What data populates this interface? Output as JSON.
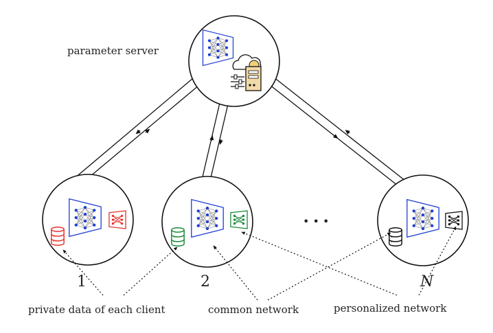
{
  "server": {
    "label": "parameter server"
  },
  "clients": [
    {
      "label": "1",
      "personal_color": "#e8322b",
      "data_color": "#e8322b"
    },
    {
      "label": "2",
      "personal_color": "#1a8a3a",
      "data_color": "#1a8a3a"
    },
    {
      "label": "N",
      "personal_color": "#111111",
      "data_color": "#111111"
    }
  ],
  "ellipsis": "• • •",
  "legend": {
    "private_data": "private data of each client",
    "common_network": "common network",
    "personalized_network": "personalized network"
  },
  "colors": {
    "common_network": "#1f3fd6",
    "line": "#111111"
  }
}
